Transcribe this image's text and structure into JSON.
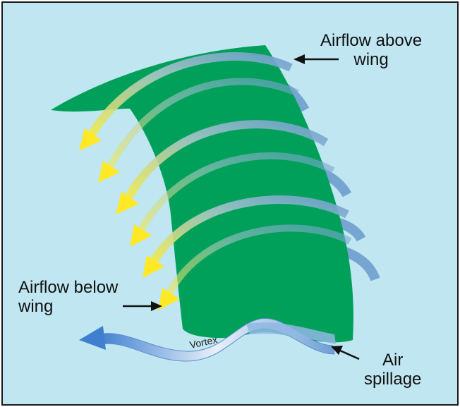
{
  "labels": {
    "airflow_above": [
      "Airflow above",
      "wing"
    ],
    "airflow_below": [
      "Airflow below",
      "wing"
    ],
    "vortex": "Vortex",
    "air_spillage": [
      "Air",
      "spillage"
    ]
  },
  "colors": {
    "background": "#bfe6f1",
    "wing": "#00a05a",
    "airflow_arrow": "#79a9d4",
    "airflow_head": "#ffe825",
    "text": "#111111"
  }
}
